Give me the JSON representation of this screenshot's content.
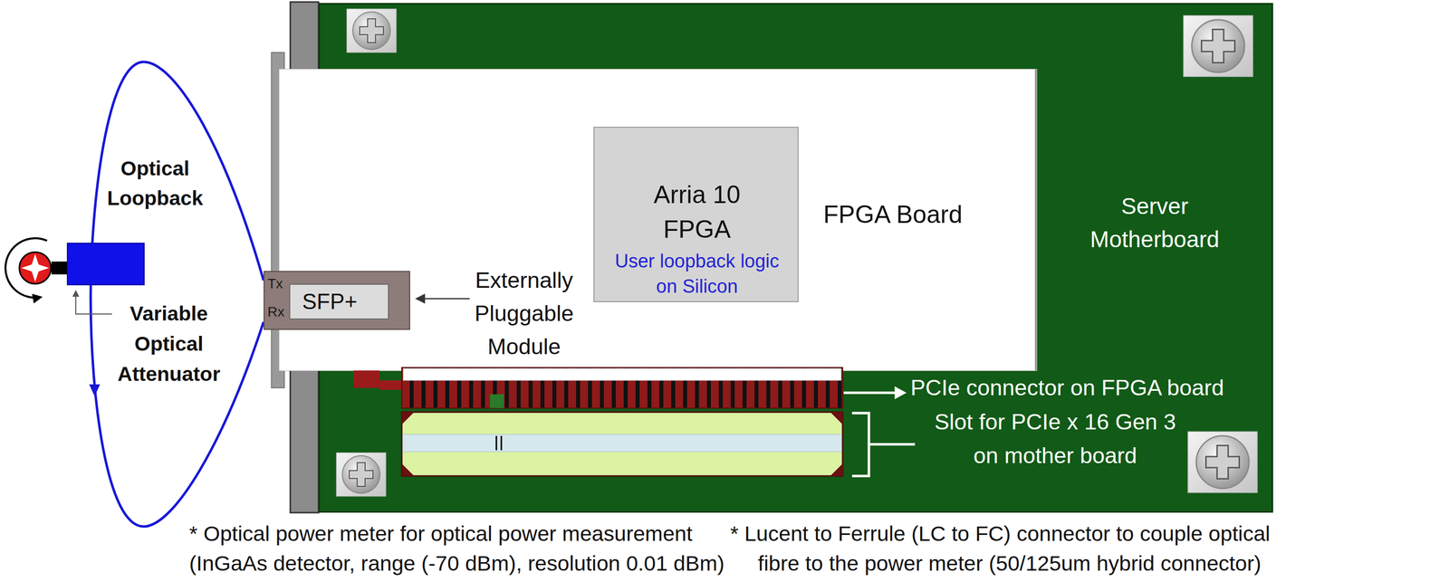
{
  "diagram": {
    "nodes": [
      {
        "text": [
          "Server Motherboard"
        ]
      },
      {
        "text": [
          "FPGA Board"
        ],
        "in": 0
      },
      {
        "text": [
          "Arria 10 FPGA",
          "User loopback logic on Silicon"
        ],
        "in": 1
      },
      {
        "text": [
          "Tx",
          "Rx"
        ]
      },
      {
        "text": [
          "SFP+"
        ],
        "in": 3
      }
    ],
    "labels": [
      "Optical Loopback",
      "Variable Optical Attenuator",
      "Externally Pluggable Module",
      "PCIe connector on FPGA board",
      "Slot for PCIe x 16 Gen 3 on mother board",
      "* Optical power meter for optical power measurement (InGaAs detector, range (-70 dBm), resolution 0.01 dBm)",
      "* Lucent to Ferrule (LC to FC) connector to couple optical fibre to the power meter (50/125um hybrid connector)"
    ]
  }
}
